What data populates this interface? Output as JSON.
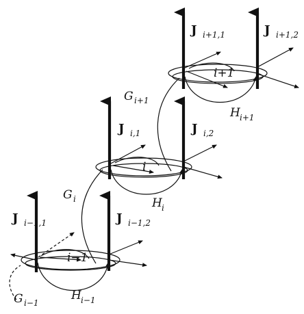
{
  "nodes": {
    "lower": {
      "label": "i−1",
      "spin1": "J",
      "spin1_sub": "i−1,1",
      "spin2": "J",
      "spin2_sub": "i−1,2",
      "H": "H",
      "H_sub": "i−1",
      "G": "G",
      "G_sub": "i−1"
    },
    "middle": {
      "label": "i",
      "spin1": "J",
      "spin1_sub": "i,1",
      "spin2": "J",
      "spin2_sub": "i,2",
      "H": "H",
      "H_sub": "i",
      "G": "G",
      "G_sub": "i"
    },
    "upper": {
      "label": "i+1",
      "spin1": "J",
      "spin1_sub": "i+1,1",
      "spin2": "J",
      "spin2_sub": "i+1,2",
      "H": "H",
      "H_sub": "i+1",
      "G": "G",
      "G_sub": "i+1"
    }
  }
}
